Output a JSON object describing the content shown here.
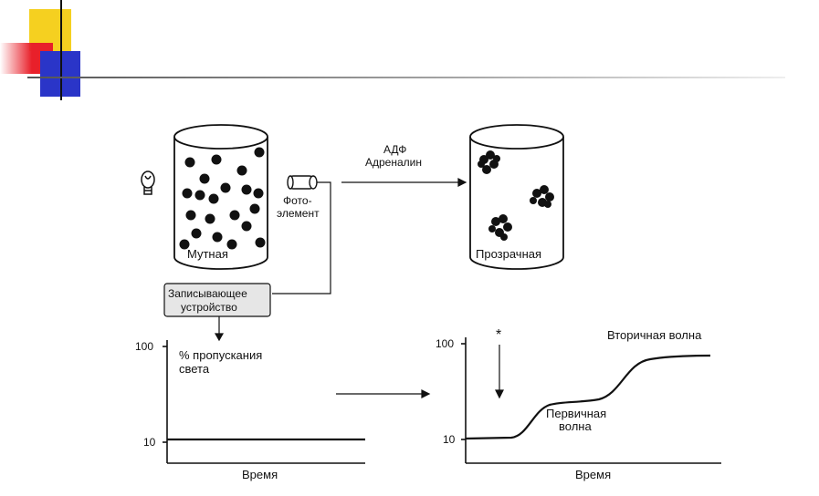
{
  "slide": {
    "colors": {
      "yellow": "#f5d020",
      "red": "#e8202a",
      "blue": "#2a35c8",
      "rule": "#9a9a9a",
      "ink": "#111111"
    }
  },
  "diagram": {
    "left_vessel_label": "Мутная",
    "right_vessel_label": "Прозрачная",
    "photo_label_1": "Фото-",
    "photo_label_2": "элемент",
    "arrow_label_1": "АДФ",
    "arrow_label_2": "Адреналин",
    "recorder_label_1": "Записывающее",
    "recorder_label_2": "устройство",
    "lamp_icon": "lightbulb-icon"
  },
  "left_graph": {
    "ylabel_1": "% пропускания",
    "ylabel_2": "света",
    "tick_high": "100",
    "tick_low": "10",
    "xlabel": "Время"
  },
  "right_graph": {
    "tick_high": "100",
    "tick_low": "10",
    "xlabel": "Время",
    "marker": "*",
    "primary_wave_1": "Первичная",
    "primary_wave_2": "волна",
    "secondary_wave": "Вторичная волна"
  }
}
